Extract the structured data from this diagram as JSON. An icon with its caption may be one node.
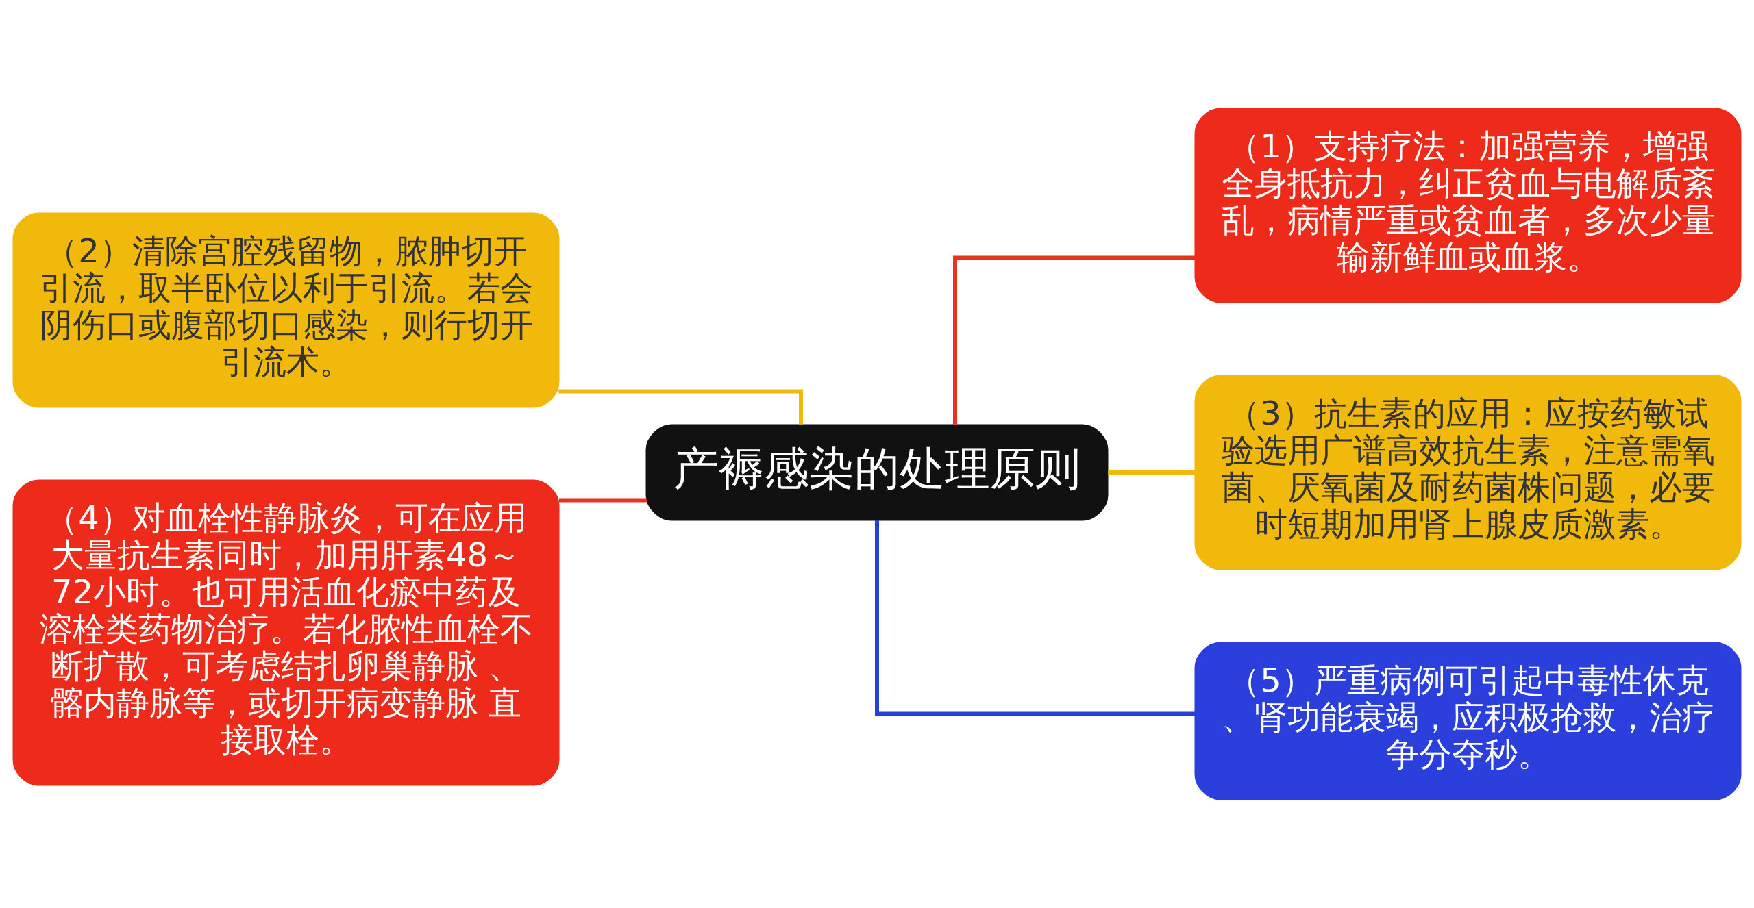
{
  "diagram": {
    "nodes": [
      {
        "text": [
          "产褥感染的处理原则"
        ]
      },
      {
        "text": [
          "（1）支持疗法：加强营养，增强全身抵抗力，纠正贫血与电解质紊乱，病情严重或贫血者，多次少量输新鲜血或血浆。"
        ]
      },
      {
        "text": [
          "（2）清除宫腔残留物，脓肿切开引流，取半卧位以利于引流。若会阴伤口或腹部切口感染，则行切开引流术。"
        ]
      },
      {
        "text": [
          "（3）抗生素的应用：应按药敏试验选用广谱高效抗生素，注意需氧菌、厌氧菌及耐药菌株问题，必要时短期加用肾上腺皮质激素。"
        ]
      },
      {
        "text": [
          "（4）对血栓性静脉炎，可在应用大量抗生素同时，加用肝素48～72小时。也可用活血化瘀中药及溶栓类药物治疗。若化脓性血栓不断扩散，可考虑结扎卵巢静脉 、髂内静脉等，或切开病变静脉 直接取栓。"
        ]
      },
      {
        "text": [
          "（5）严重病例可引起中毒性休克、肾功能衰竭，应积极抢救，治疗争分夺秒。"
        ]
      }
    ],
    "edges": [
      {
        "from": 0,
        "to": 1,
        "arrow": "none",
        "color": "#e8321f"
      },
      {
        "from": 0,
        "to": 2,
        "arrow": "none",
        "color": "#f0b90b"
      },
      {
        "from": 0,
        "to": 3,
        "arrow": "none",
        "color": "#f0b90b"
      },
      {
        "from": 0,
        "to": 4,
        "arrow": "none",
        "color": "#e8321f"
      },
      {
        "from": 0,
        "to": 5,
        "arrow": "none",
        "color": "#2640d6"
      }
    ]
  }
}
